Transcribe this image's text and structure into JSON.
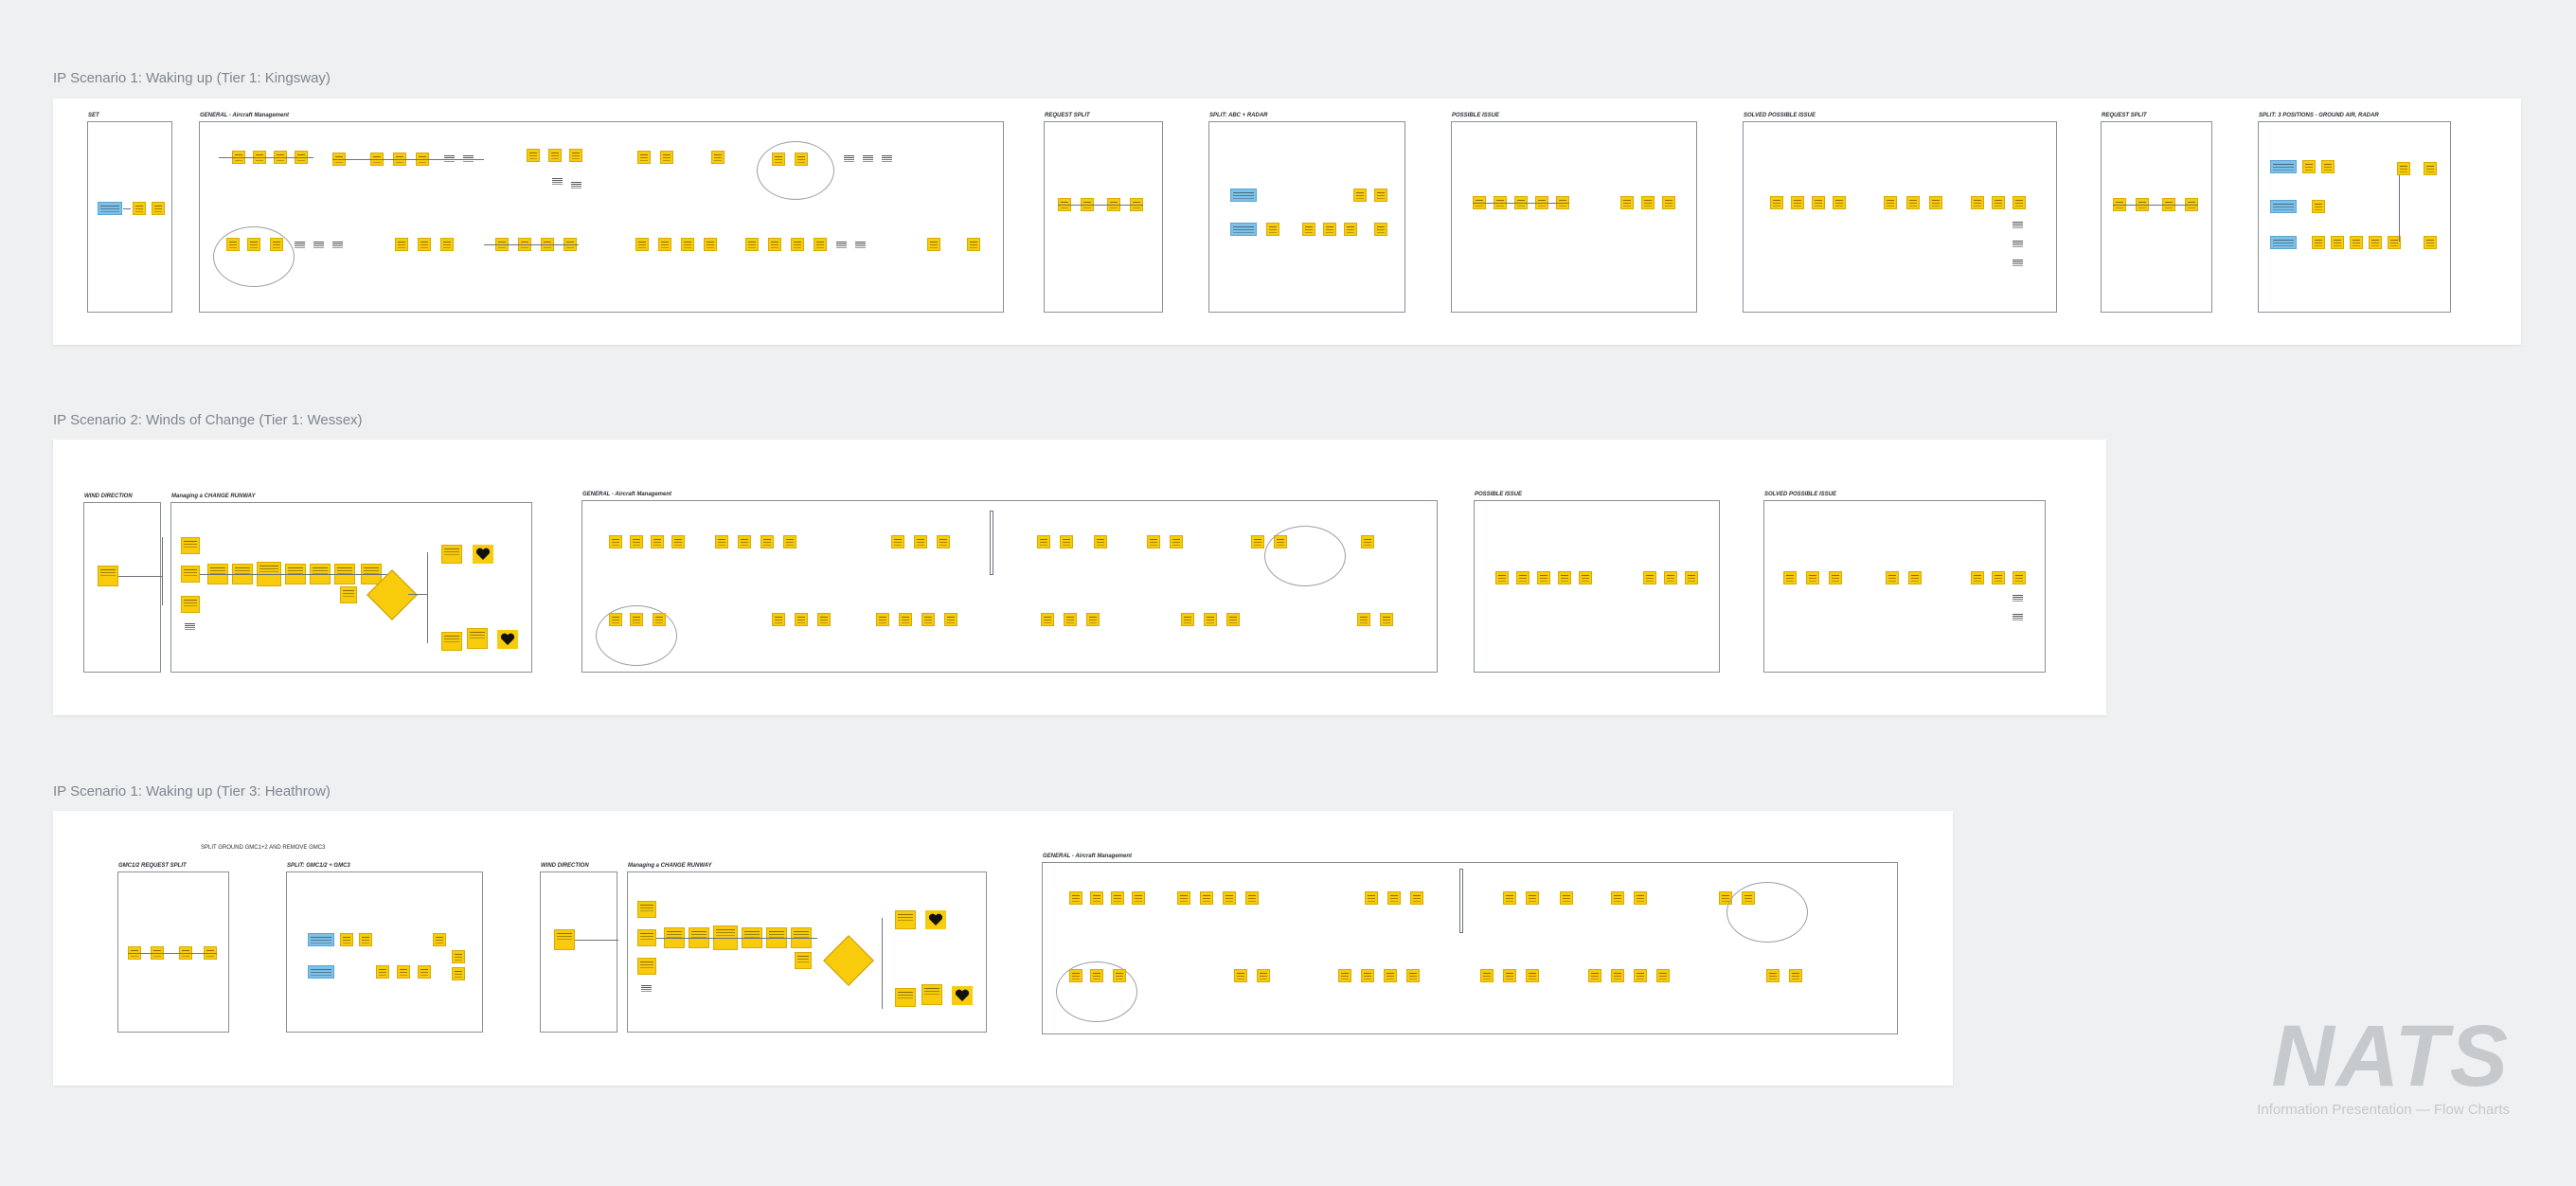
{
  "scenarios": [
    {
      "title": "IP Scenario 1: Waking up (Tier 1: Kingsway)",
      "frames": [
        {
          "label": "SET"
        },
        {
          "label": "GENERAL - Aircraft Management"
        },
        {
          "label": "REQUEST SPLIT"
        },
        {
          "label": "SPLIT: ABC + RADAR"
        },
        {
          "label": "POSSIBLE ISSUE"
        },
        {
          "label": "SOLVED POSSIBLE ISSUE"
        },
        {
          "label": "REQUEST SPLIT"
        },
        {
          "label": "SPLIT: 3 POSITIONS - GROUND AIR, RADAR"
        }
      ]
    },
    {
      "title": "IP Scenario 2: Winds of Change (Tier 1: Wessex)",
      "frames": [
        {
          "label": "WIND DIRECTION"
        },
        {
          "label": "Managing a CHANGE RUNWAY"
        },
        {
          "label": "GENERAL - Aircraft Management"
        },
        {
          "label": "POSSIBLE ISSUE"
        },
        {
          "label": "SOLVED POSSIBLE ISSUE"
        }
      ]
    },
    {
      "title": "IP Scenario 1: Waking up (Tier 3: Heathrow)",
      "note": "SPLIT GROUND GMC1+2 AND REMOVE GMC3",
      "frames": [
        {
          "label": "GMC1/2 REQUEST SPLIT"
        },
        {
          "label": "SPLIT: GMC1/2 + GMC3"
        },
        {
          "label": "WIND DIRECTION"
        },
        {
          "label": "Managing a CHANGE RUNWAY"
        },
        {
          "label": "GENERAL - Aircraft Management"
        }
      ]
    }
  ],
  "branding": {
    "logo": "NATS",
    "caption": "Information Presentation — Flow Charts"
  },
  "colors": {
    "sticky": "#f8cb0c",
    "sticky_blue": "#7ec1e8",
    "background": "#eef0f2"
  }
}
